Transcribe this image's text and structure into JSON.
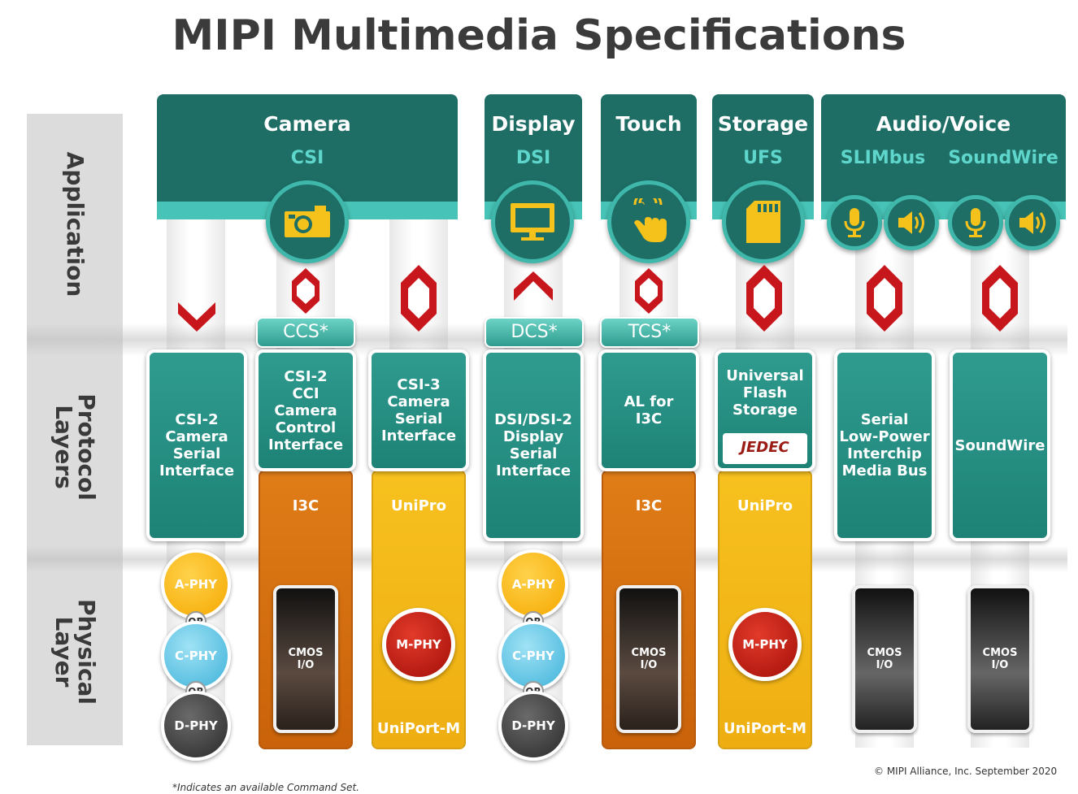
{
  "title": "MIPI Multimedia Specifications",
  "layers": {
    "application": "Application",
    "protocol": "Protocol\nLayers",
    "physical": "Physical\nLayer"
  },
  "headers": {
    "camera": {
      "title": "Camera",
      "sub": "CSI"
    },
    "display": {
      "title": "Display",
      "sub": "DSI"
    },
    "touch": {
      "title": "Touch",
      "sub": ""
    },
    "storage": {
      "title": "Storage",
      "sub": "UFS"
    },
    "audio": {
      "title": "Audio/Voice",
      "sub1": "SLIMbus",
      "sub2": "SoundWire"
    }
  },
  "command_sets": {
    "ccs": "CCS*",
    "dcs": "DCS*",
    "tcs": "TCS*"
  },
  "protocol": {
    "csi2": "CSI-2\nCamera\nSerial\nInterface",
    "csi2cci": "CSI-2\nCCI\nCamera\nControl\nInterface",
    "csi3": "CSI-3\nCamera\nSerial\nInterface",
    "dsi": "DSI/DSI-2\nDisplay\nSerial\nInterface",
    "alfori3c": "AL for\nI3C",
    "ufs": "Universal\nFlash\nStorage",
    "slimbus": "Serial\nLow-Power\nInterchip\nMedia Bus",
    "soundwire": "SoundWire"
  },
  "jedec": "JEDEC",
  "transport": {
    "i3c": "I3C",
    "unipro": "UniPro",
    "uniport": "UniPort-M"
  },
  "physical": {
    "aphy": "A-PHY",
    "cphy": "C-PHY",
    "dphy": "D-PHY",
    "mphy": "M-PHY",
    "or": "OR",
    "cmos": "CMOS\nI/O"
  },
  "footnote": "*Indicates an available Command Set.",
  "copyright": "© MIPI Alliance, Inc. September 2020",
  "colors": {
    "teal_dark": "#1e6e66",
    "teal": "#2f9b8f",
    "teal_light": "#47c4b7",
    "orange": "#e07d17",
    "yellow": "#f7c11e",
    "red": "#c8161d"
  }
}
